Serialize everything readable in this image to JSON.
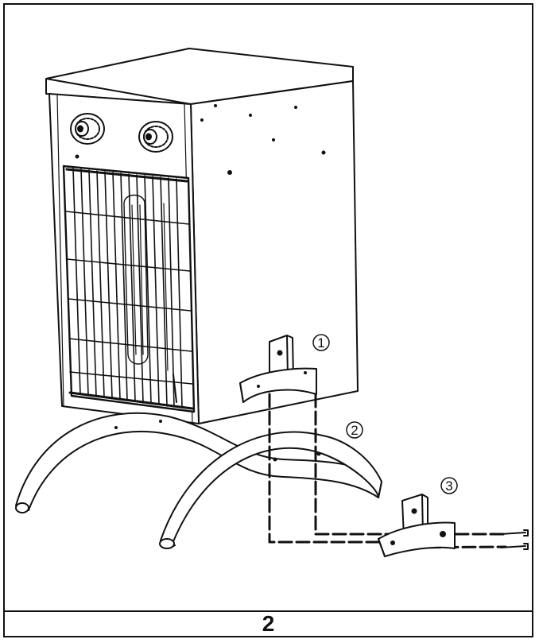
{
  "figure": {
    "number": "2",
    "callouts": [
      {
        "label": "1",
        "icon": "circled-number-icon"
      },
      {
        "label": "2",
        "icon": "circled-number-icon"
      },
      {
        "label": "3",
        "icon": "circled-number-icon"
      }
    ]
  },
  "colors": {
    "line": "#111111",
    "background": "#ffffff"
  }
}
